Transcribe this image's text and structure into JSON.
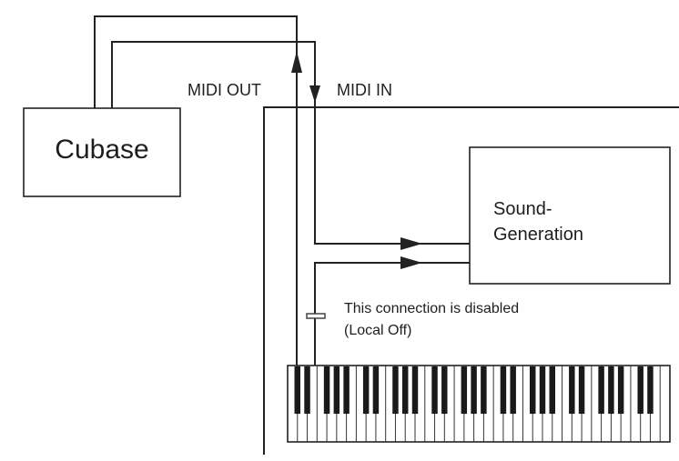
{
  "labels": {
    "cubase": "Cubase",
    "midi_out": "MIDI OUT",
    "midi_in": "MIDI IN",
    "sound_generation_line1": "Sound-",
    "sound_generation_line2": "Generation",
    "disabled_note_line1": "This connection is disabled",
    "disabled_note_line2": "(Local Off)"
  },
  "keyboard": {
    "white_keys": 39
  }
}
